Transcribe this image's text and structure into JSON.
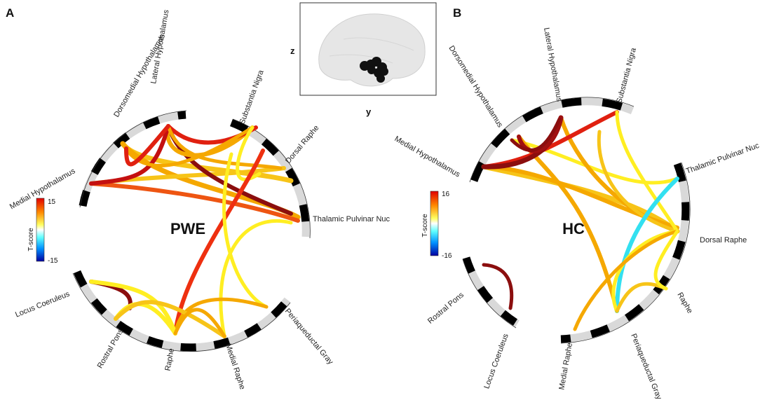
{
  "panel_a": {
    "letter": "A",
    "group": "PWE",
    "colorbar": {
      "label": "T-score",
      "max": "15",
      "min": "-15"
    },
    "regions": {
      "lateral_hypothalamus": "Lateral Hypothalamus",
      "dorsomedial_hypothalamus": "Dorsomedial Hypothalamus",
      "medial_hypothalamus": "Medial Hypothalamus",
      "substantia_nigra": "Substantia Nigra",
      "dorsal_raphe": "Dorsal Raphe",
      "thalamic_pulvinar": "Thalamic Pulvinar Nuc",
      "locus_coeruleus": "Locus Coeruleus",
      "rostral_pons": "Rostral Pons",
      "raphe": "Raphe",
      "medial_raphe": "Medial Raphe",
      "periaqueductal_gray": "Periaqueductal Gray"
    }
  },
  "panel_b": {
    "letter": "B",
    "group": "HC",
    "colorbar": {
      "label": "T-score",
      "max": "16",
      "min": "-16"
    },
    "regions": {
      "lateral_hypothalamus": "Lateral Hypothalamus",
      "dorsomedial_hypothalamus": "Dorsomedial Hypothalamus",
      "medial_hypothalamus": "Medial Hypothalamus",
      "substantia_nigra": "Substantia Nigra",
      "thalamic_pulvinar": "Thalamic Pulvinar Nuc",
      "dorsal_raphe": "Dorsal Raphe",
      "raphe": "Raphe",
      "periaqueductal_gray": "Periaqueductal Gray",
      "medial_raphe": "Medial Raphe",
      "locus_coeruleus": "Locus Coeruleus",
      "rostral_pons": "Rostral Pons"
    }
  },
  "brain_inset": {
    "z_label": "z",
    "y_label": "y"
  },
  "colors": {
    "dark_red": "#8b0e0e",
    "red": "#e02010",
    "orange_red": "#ee5512",
    "orange": "#f5a800",
    "light_orange": "#f7c418",
    "yellow": "#ffee22",
    "cyan": "#33e0f0",
    "segment_black": "#000000",
    "segment_gray": "#d9d9d9"
  }
}
